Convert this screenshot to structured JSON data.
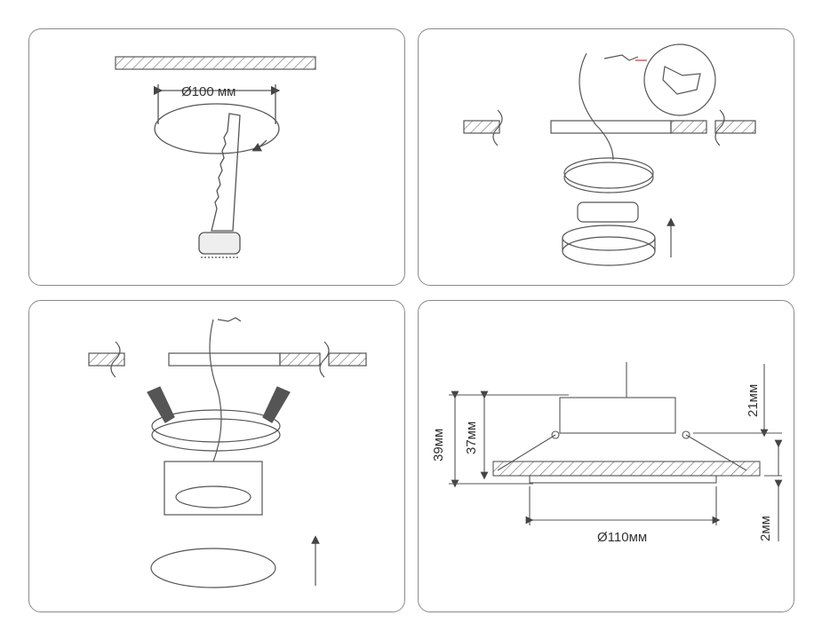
{
  "panels": {
    "cut": {
      "diameter_label": "Ø100 мм"
    },
    "dimensions": {
      "height_total_label": "39мм",
      "height_body_label": "37мм",
      "height_top_label": "21мм",
      "flange_label": "2мм",
      "diameter_label": "Ø110мм"
    }
  },
  "colors": {
    "line": "#555555",
    "hatch": "#777777",
    "accent": "#cc3333"
  }
}
